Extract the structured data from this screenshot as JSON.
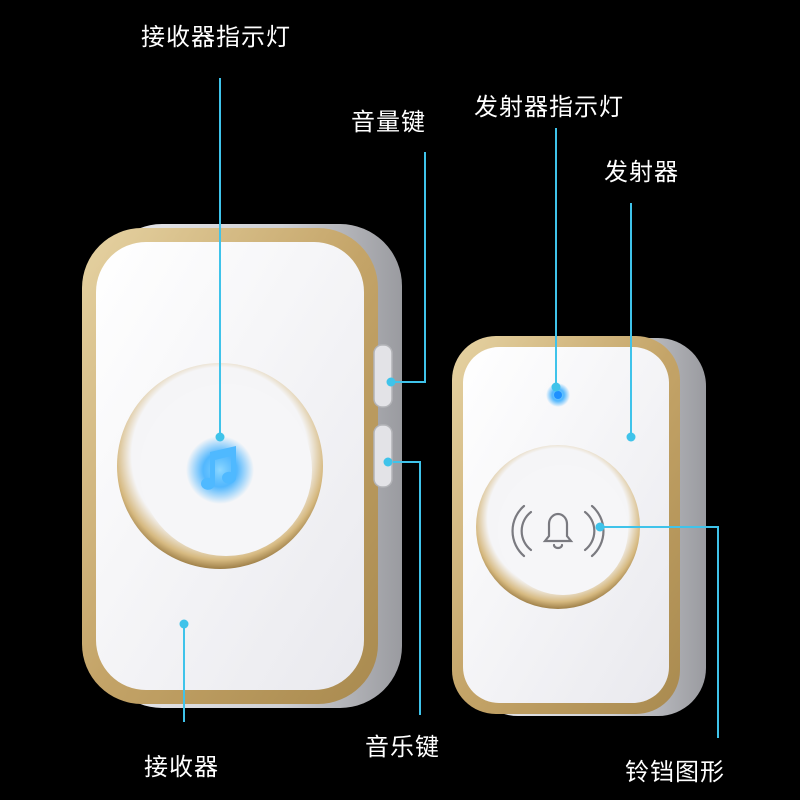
{
  "labels": {
    "receiver_indicator": "接收器指示灯",
    "volume_key": "音量键",
    "transmitter_indicator": "发射器指示灯",
    "transmitter": "发射器",
    "receiver": "接收器",
    "music_key": "音乐键",
    "bell_graphic": "铃铛图形"
  },
  "colors": {
    "background": "#000000",
    "leader_line": "#3fc3ea",
    "body_white": "#f4f4f6",
    "trim_gold": "#c9ad73",
    "indicator_blue": "#2aa8ff"
  },
  "icons": [
    "music-note-icon",
    "bell-icon"
  ]
}
